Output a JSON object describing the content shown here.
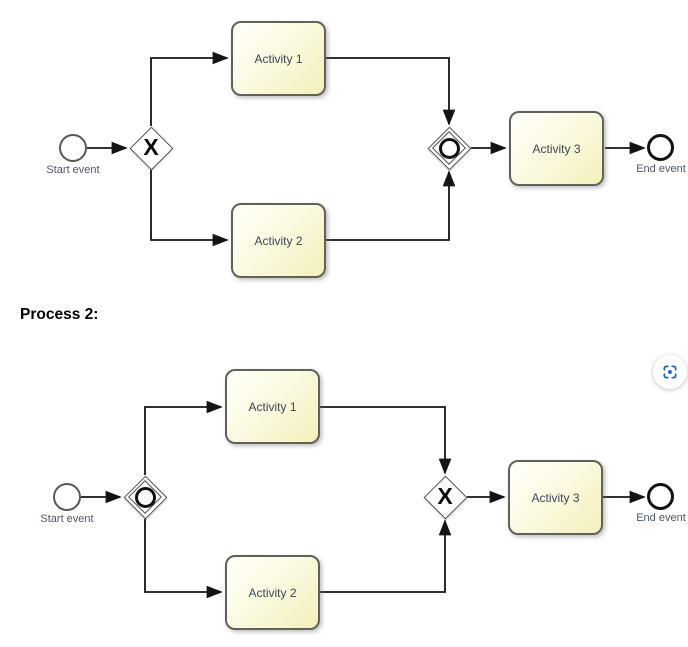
{
  "heading": {
    "process2_label": "Process 2:"
  },
  "glyphs": {
    "exclusive_marker": "X"
  },
  "colors": {
    "flow": "#141414",
    "task_fill_top": "#fffffa",
    "task_fill_bottom": "#f3f0ba",
    "task_border": "#60615a",
    "task_text": "#3e4654",
    "event_label_text": "#4e5663",
    "end_event_border": "#121212",
    "lens_icon_blue": "#1967d2"
  },
  "process1": {
    "start_event_label": "Start event",
    "end_event_label": "End event",
    "activity1_label": "Activity 1",
    "activity2_label": "Activity 2",
    "activity3_label": "Activity 3",
    "split_gateway_type": "exclusive",
    "join_gateway_type": "inclusive"
  },
  "process2": {
    "start_event_label": "Start event",
    "end_event_label": "End event",
    "activity1_label": "Activity 1",
    "activity2_label": "Activity 2",
    "activity3_label": "Activity 3",
    "split_gateway_type": "inclusive",
    "join_gateway_type": "exclusive"
  }
}
